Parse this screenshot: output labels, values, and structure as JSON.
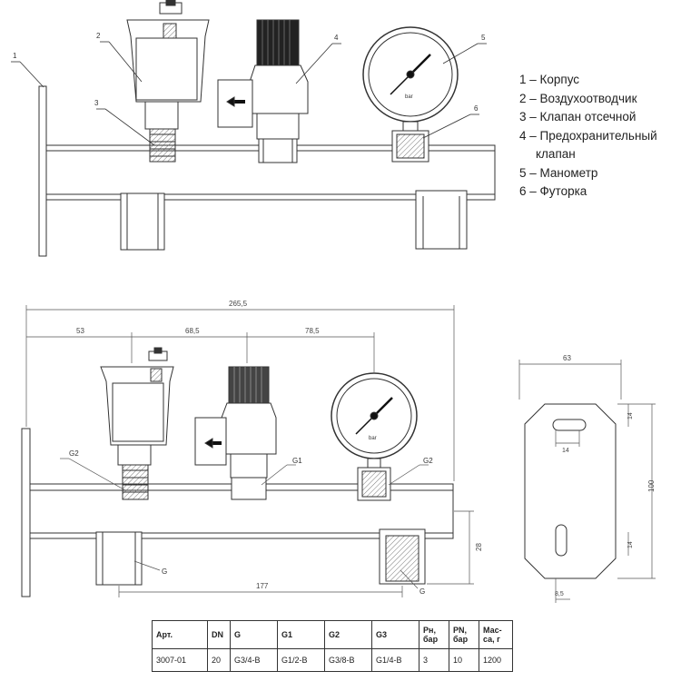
{
  "legend": [
    "1 – Корпус",
    "2 – Воздухоотводчик",
    "3 – Клапан отсечной",
    "4 – Предохранительный",
    "клапан",
    "5 – Манометр",
    "6 – Футорка"
  ],
  "callouts": [
    "1",
    "2",
    "3",
    "4",
    "5",
    "6"
  ],
  "gauge_unit": "bar",
  "dimensions": {
    "total": "265,5",
    "d1": "53",
    "d2": "68,5",
    "d3": "78,5",
    "bottom": "177",
    "height": "28",
    "plate_width": "63",
    "plate_height": "100",
    "slot_top": "14",
    "slot_w": "14",
    "slot_bottom": "14",
    "plate_edge": "8,5"
  },
  "thread_labels": {
    "g2_left": "G2",
    "g1": "G1",
    "g2_right": "G2",
    "g_left": "G",
    "g_right": "G"
  },
  "table": {
    "headers": [
      "Арт.",
      "DN",
      "G",
      "G1",
      "G2",
      "G3",
      "Рн, бар",
      "PN, бар",
      "Мас-са, г"
    ],
    "row": [
      "3007-01",
      "20",
      "G3/4-B",
      "G1/2-B",
      "G3/8-B",
      "G1/4-B",
      "3",
      "10",
      "1200"
    ]
  }
}
